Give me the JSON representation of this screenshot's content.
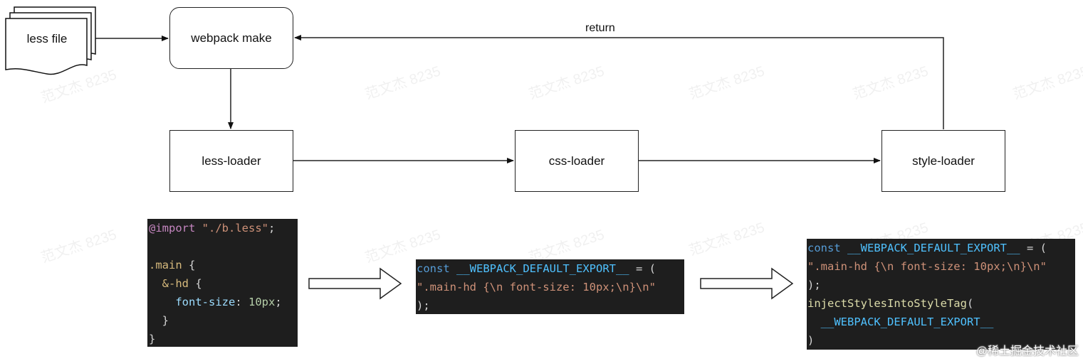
{
  "nodes": {
    "less_file": "less file",
    "webpack_make": "webpack make",
    "less_loader": "less-loader",
    "css_loader": "css-loader",
    "style_loader": "style-loader"
  },
  "edges": {
    "return_label": "return"
  },
  "code": {
    "less_source": [
      [
        {
          "c": "kw",
          "t": "@import"
        },
        {
          "c": "pun",
          "t": " "
        },
        {
          "c": "str",
          "t": "\"./b.less\""
        },
        {
          "c": "pun",
          "t": ";"
        }
      ],
      [],
      [
        {
          "c": "sel",
          "t": ".main"
        },
        {
          "c": "pun",
          "t": " {"
        }
      ],
      [
        {
          "c": "pun",
          "t": "  "
        },
        {
          "c": "sel",
          "t": "&-hd"
        },
        {
          "c": "pun",
          "t": " {"
        }
      ],
      [
        {
          "c": "pun",
          "t": "    "
        },
        {
          "c": "prop",
          "t": "font-size"
        },
        {
          "c": "pun",
          "t": ": "
        },
        {
          "c": "num",
          "t": "10px"
        },
        {
          "c": "pun",
          "t": ";"
        }
      ],
      [
        {
          "c": "pun",
          "t": "  }"
        }
      ],
      [
        {
          "c": "pun",
          "t": "}"
        }
      ]
    ],
    "css_output": [
      [
        {
          "c": "const",
          "t": "const"
        },
        {
          "c": "pun",
          "t": " "
        },
        {
          "c": "id",
          "t": "__WEBPACK_DEFAULT_EXPORT__"
        },
        {
          "c": "pun",
          "t": " = ("
        }
      ],
      [
        {
          "c": "str",
          "t": "\".main-hd {\\n font-size: 10px;\\n}\\n\""
        }
      ],
      [
        {
          "c": "pun",
          "t": ");"
        }
      ]
    ],
    "style_output": [
      [
        {
          "c": "const",
          "t": "const"
        },
        {
          "c": "pun",
          "t": " "
        },
        {
          "c": "id",
          "t": "__WEBPACK_DEFAULT_EXPORT__"
        },
        {
          "c": "pun",
          "t": " = ("
        }
      ],
      [
        {
          "c": "str",
          "t": "\".main-hd {\\n font-size: 10px;\\n}\\n\""
        }
      ],
      [
        {
          "c": "pun",
          "t": ");"
        }
      ],
      [
        {
          "c": "fn",
          "t": "injectStylesIntoStyleTag"
        },
        {
          "c": "pun",
          "t": "("
        }
      ],
      [
        {
          "c": "pun",
          "t": "  "
        },
        {
          "c": "id",
          "t": "__WEBPACK_DEFAULT_EXPORT__"
        }
      ],
      [
        {
          "c": "pun",
          "t": ")"
        }
      ]
    ]
  },
  "watermark_text": "范文杰 8235",
  "credit": "@稀土掘金技术社区",
  "colors": {
    "code_bg": "#1e1e1e",
    "line": "#222222"
  }
}
